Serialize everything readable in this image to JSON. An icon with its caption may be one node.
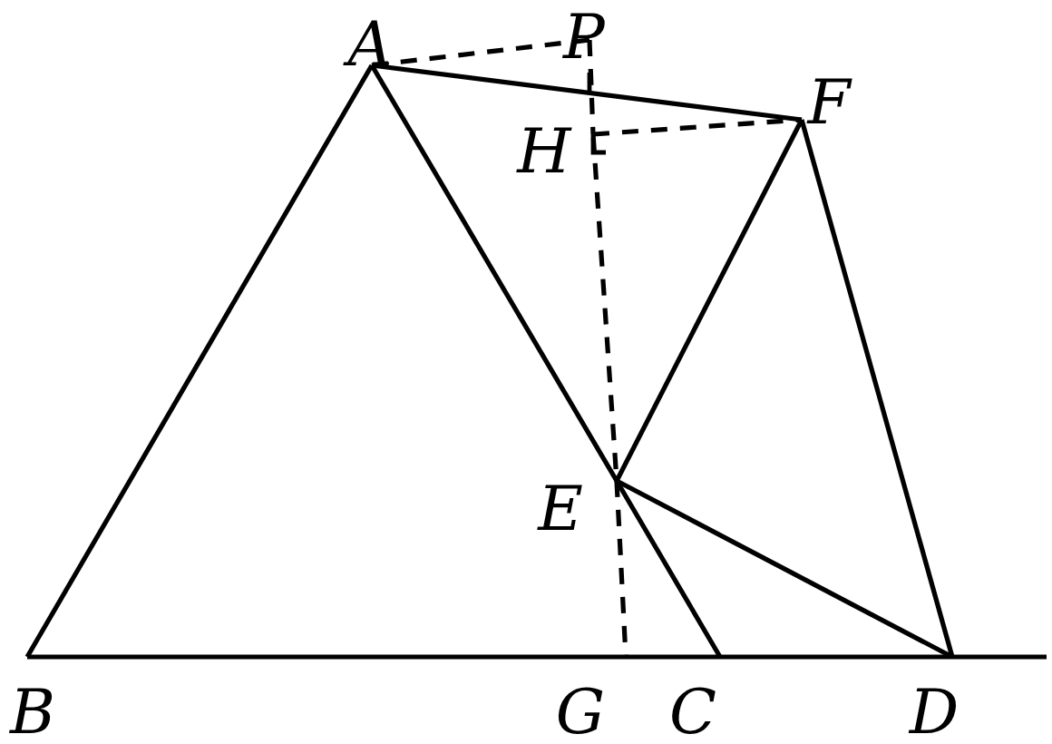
{
  "diagram": {
    "nodes": [
      {
        "text": [
          "A"
        ]
      },
      {
        "text": [
          "P"
        ]
      },
      {
        "text": [
          "F"
        ]
      },
      {
        "text": [
          "H"
        ]
      },
      {
        "text": [
          "E"
        ]
      },
      {
        "text": [
          "B"
        ]
      },
      {
        "text": [
          "G"
        ]
      },
      {
        "text": [
          "C"
        ]
      },
      {
        "text": [
          "D"
        ]
      }
    ],
    "edges": [
      {
        "from": 0,
        "to": 5,
        "arrow": "none"
      },
      {
        "from": 0,
        "to": 4,
        "arrow": "none"
      },
      {
        "from": 4,
        "to": 7,
        "arrow": "none"
      },
      {
        "from": 0,
        "to": 2,
        "arrow": "none"
      },
      {
        "from": 4,
        "to": 2,
        "arrow": "none"
      },
      {
        "from": 2,
        "to": 8,
        "arrow": "none"
      },
      {
        "from": 4,
        "to": 8,
        "arrow": "none"
      },
      {
        "from": 5,
        "to": 6,
        "arrow": "none"
      },
      {
        "from": 6,
        "to": 7,
        "arrow": "none"
      },
      {
        "from": 7,
        "to": 8,
        "arrow": "none"
      },
      {
        "from": 8,
        "to": null,
        "arrow": "none"
      },
      {
        "from": 0,
        "to": 1,
        "arrow": "none",
        "style": "dashed"
      },
      {
        "from": 1,
        "to": 3,
        "arrow": "none",
        "style": "dashed"
      },
      {
        "from": 3,
        "to": 2,
        "arrow": "none",
        "style": "dashed"
      },
      {
        "from": 3,
        "to": 4,
        "arrow": "none",
        "style": "dashed"
      },
      {
        "from": 4,
        "to": 6,
        "arrow": "none",
        "style": "dashed"
      }
    ]
  }
}
